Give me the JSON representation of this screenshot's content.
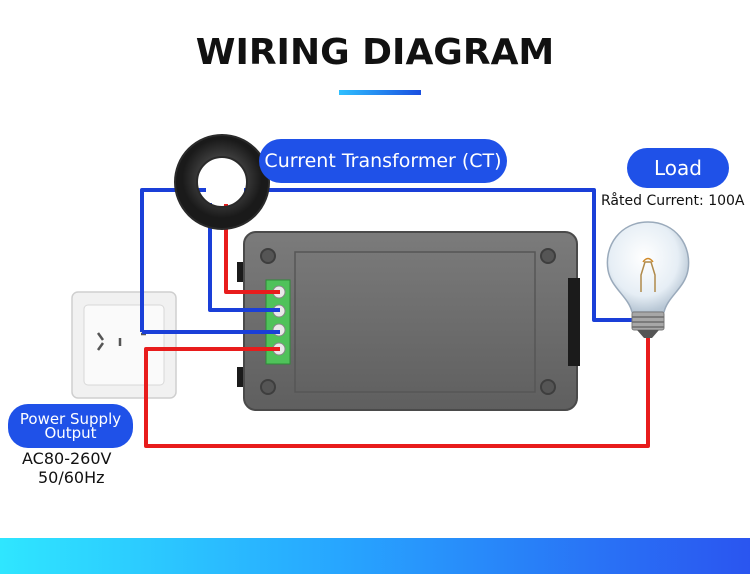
{
  "title": "WIRING DIAGRAM",
  "labels": {
    "ct": "Current Transformer (CT)",
    "load": "Load",
    "rated_current": "Råted Current: 100A",
    "power_supply_line1": "Power Supply",
    "power_supply_line2": "Output",
    "voltage": "AC80-260V",
    "frequency": "50/60Hz"
  },
  "colors": {
    "accent": "#1f51e8",
    "wire_blue": "#1a3fd8",
    "wire_red": "#e81c1c",
    "meter_body": "#6f6f6f",
    "terminal_green": "#4fc25a"
  },
  "icons": [
    "current-transformer-icon",
    "power-meter-icon",
    "wall-socket-icon",
    "light-bulb-icon"
  ]
}
